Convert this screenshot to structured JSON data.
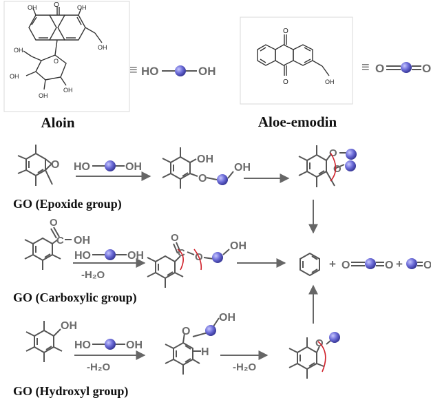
{
  "aloin": {
    "name": "Aloin",
    "oh_labels": [
      "OH",
      "OH",
      "OH",
      "OH",
      "OH",
      "OH",
      "OH"
    ],
    "o_labels": [
      "O",
      "O"
    ],
    "equiv": "≡",
    "glyph_left": "HO",
    "glyph_right": "OH"
  },
  "aloe_emodin": {
    "name": "Aloe-emodin",
    "o_labels": [
      "O",
      "O"
    ],
    "oh_label": "OH",
    "equiv": "≡",
    "glyph_left": "O",
    "glyph_right": "O"
  },
  "reactions": {
    "epoxide": {
      "label": "GO (Epoxide group)",
      "reagent_left": "HO",
      "reagent_right": "OH",
      "ring_o": "O",
      "int_oh": "OH",
      "int_o": "O",
      "int_tail": "OH",
      "prod_o1": "O",
      "prod_o2": "O"
    },
    "carboxylic": {
      "label": "GO (Carboxylic group)",
      "c_label": "C",
      "o_top": "O",
      "oh": "OH",
      "reagent_left": "HO",
      "reagent_right": "OH",
      "condition": "-H₂O",
      "int_o_top": "O",
      "int_c": "C",
      "int_o": "O",
      "int_tail": "OH",
      "plus1": "+",
      "gas_left": "O",
      "gas_right": "O",
      "plus2": "+",
      "cut_o": "O"
    },
    "hydroxyl": {
      "label": "GO (Hydroxyl group)",
      "oh": "OH",
      "reagent_left": "HO",
      "reagent_right": "OH",
      "condition": "-H₂O",
      "int_o": "O",
      "int_tail": "OH",
      "int_h": "H",
      "condition2": "-H₂O",
      "prod_o": "O"
    }
  }
}
